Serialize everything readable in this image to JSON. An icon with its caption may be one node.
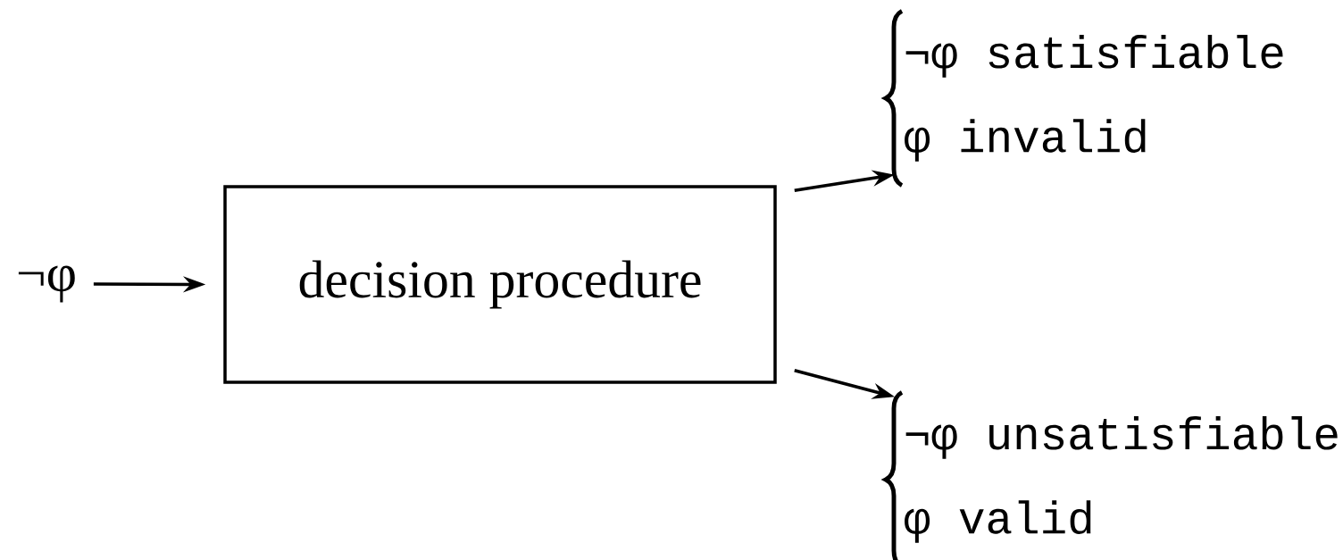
{
  "diagram": {
    "nodes": [
      {
        "text": [
          "¬φ"
        ]
      },
      {
        "text": [
          "decision procedure"
        ]
      },
      {
        "text": [
          "¬φ satisfiable",
          "φ invalid"
        ]
      },
      {
        "text": [
          "¬φ unsatisfiable",
          "φ valid"
        ]
      }
    ],
    "edges": [
      {
        "from": 0,
        "to": 1,
        "arrow": "to"
      },
      {
        "from": 1,
        "to": 2,
        "arrow": "to"
      },
      {
        "from": 1,
        "to": 3,
        "arrow": "to"
      }
    ]
  }
}
